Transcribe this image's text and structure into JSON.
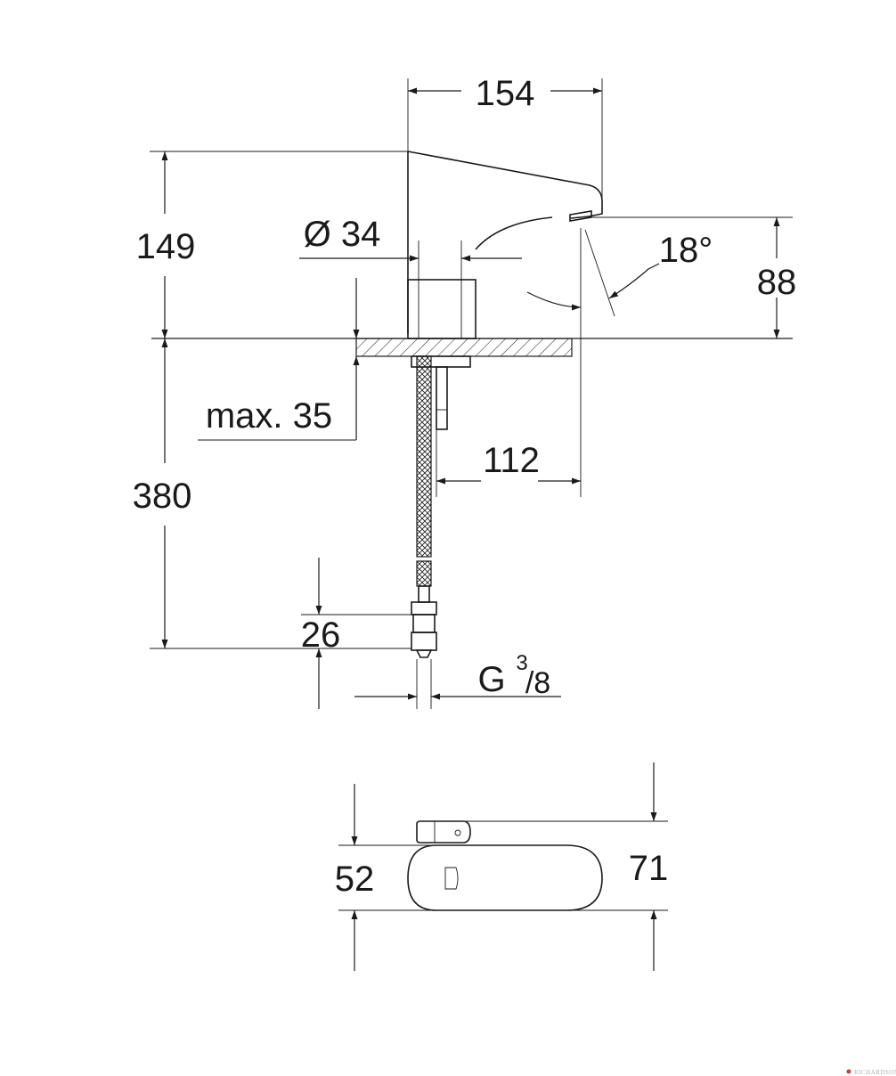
{
  "dimensions": {
    "width_top": "154",
    "height_spout": "149",
    "diameter": "Ø 34",
    "angle": "18°",
    "height_outlet": "88",
    "max_thickness": "max. 35",
    "projection": "112",
    "hose_length": "380",
    "nut_height": "26",
    "thread_main": "G",
    "thread_num": "3",
    "thread_den": "/8",
    "top_width": "52",
    "top_length": "71"
  },
  "watermark": "RICHARDSON"
}
